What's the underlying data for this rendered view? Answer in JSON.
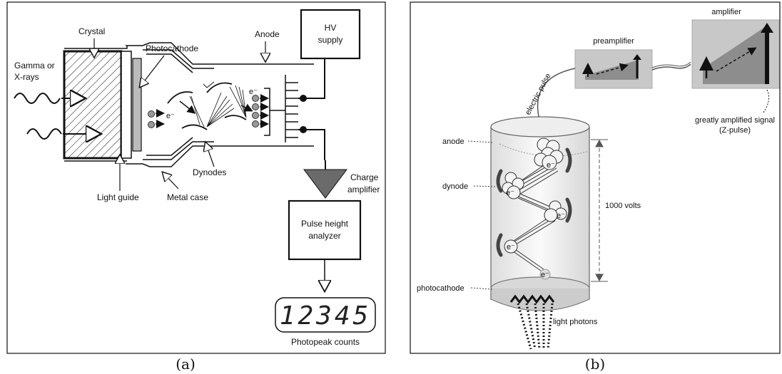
{
  "panel_a": {
    "caption": "(a)",
    "labels": {
      "crystal": "Crystal",
      "gamma_line1": "Gamma or",
      "gamma_line2": "X-rays",
      "photocathode": "Photocathode",
      "anode": "Anode",
      "hv_line1": "HV",
      "hv_line2": "supply",
      "electron": "e⁻",
      "dynodes": "Dynodes",
      "light_guide": "Light guide",
      "metal_case": "Metal case",
      "charge_line1": "Charge",
      "charge_line2": "amplifier",
      "pha_line1": "Pulse height",
      "pha_line2": "analyzer",
      "counter_value": "12345",
      "photopeak": "Photopeak counts"
    }
  },
  "panel_b": {
    "caption": "(b)",
    "labels": {
      "amplifier": "amplifier",
      "preamplifier": "preamplifier",
      "electric_pulse": "electric pulse",
      "amplified_line1": "greatly amplified signal",
      "amplified_line2": "(Z-pulse)",
      "anode": "anode",
      "dynode": "dynode",
      "volts": "1000 volts",
      "photocathode": "photocathode",
      "light_photons": "light photons",
      "electron": "e⁻"
    }
  }
}
